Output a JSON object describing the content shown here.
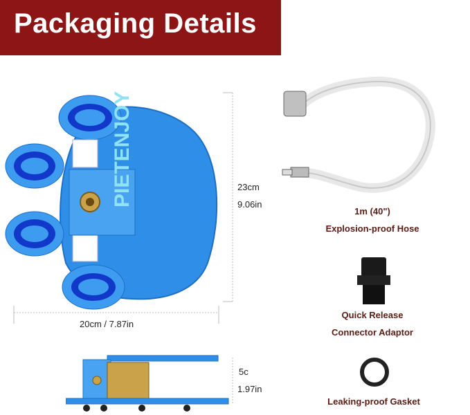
{
  "banner": {
    "title": "Packaging Details"
  },
  "product": {
    "brand": "PIETENJOY"
  },
  "dimensions": {
    "height_cm": "23cm",
    "height_in": "9.06in",
    "width": "20cm /  7.87in",
    "depth_cm": "5c",
    "depth_in": "1.97in"
  },
  "accessories": {
    "hose_length": "1m (40\")",
    "hose_name": "Explosion-proof Hose",
    "adaptor_line1": "Quick Release",
    "adaptor_line2": "Connector Adaptor",
    "gasket_name": "Leaking-proof Gasket"
  },
  "colors": {
    "banner": "#8e1515",
    "product_blue": "#2f8fe8",
    "pad_blue": "#1238c9",
    "caption": "#5a1c14"
  }
}
